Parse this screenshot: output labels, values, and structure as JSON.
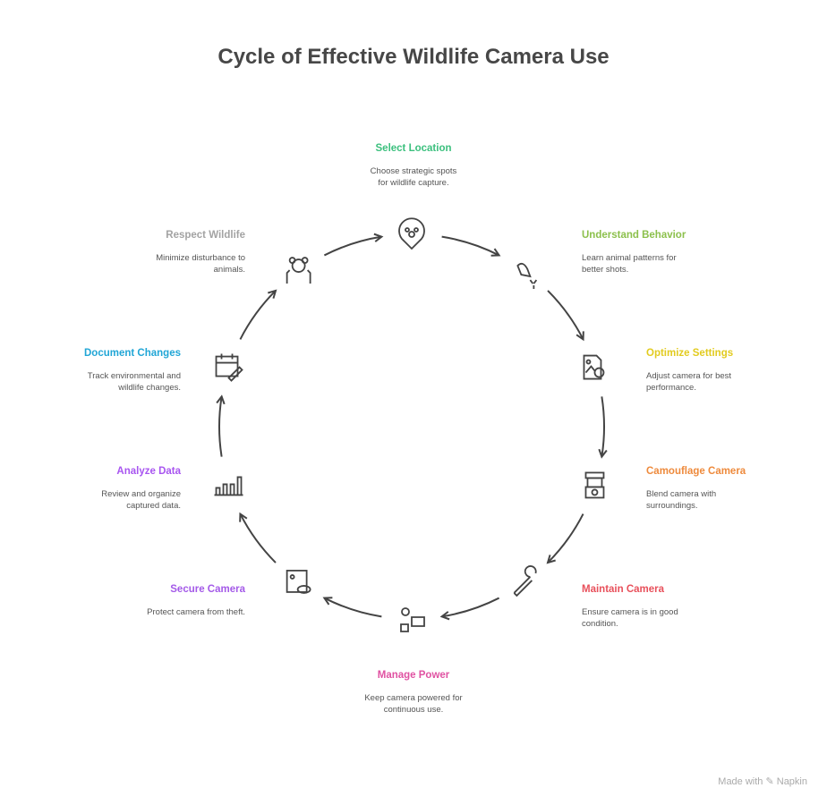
{
  "title": "Cycle of Effective Wildlife Camera Use",
  "steps": [
    {
      "title": "Select Location",
      "desc": "Choose strategic spots for wildlife capture.",
      "color": "#3cc07e",
      "icon": "paw-location-pin-icon"
    },
    {
      "title": "Understand Behavior",
      "desc": "Learn animal patterns for better shots.",
      "color": "#8cc04c",
      "icon": "bird-icon"
    },
    {
      "title": "Optimize Settings",
      "desc": "Adjust camera for best performance.",
      "color": "#e2cb1f",
      "icon": "image-settings-icon"
    },
    {
      "title": "Camouflage Camera",
      "desc": "Blend camera with surroundings.",
      "color": "#ee8a3c",
      "icon": "camera-lens-icon"
    },
    {
      "title": "Maintain Camera",
      "desc": "Ensure camera is in good condition.",
      "color": "#e8505b",
      "icon": "wrench-icon"
    },
    {
      "title": "Manage Power",
      "desc": "Keep camera powered for continuous use.",
      "color": "#e052a2",
      "icon": "solar-battery-icon"
    },
    {
      "title": "Secure Camera",
      "desc": "Protect camera from theft.",
      "color": "#a45ae8",
      "icon": "image-eye-icon"
    },
    {
      "title": "Analyze Data",
      "desc": "Review and organize captured data.",
      "color": "#a855f0",
      "icon": "bar-chart-icon"
    },
    {
      "title": "Document Changes",
      "desc": "Track environmental and wildlife changes.",
      "color": "#21a6d6",
      "icon": "calendar-pencil-icon"
    },
    {
      "title": "Respect Wildlife",
      "desc": "Minimize disturbance to animals.",
      "color": "#a3a3a3",
      "icon": "bear-hands-icon"
    }
  ],
  "footer": "Made with ✎ Napkin"
}
